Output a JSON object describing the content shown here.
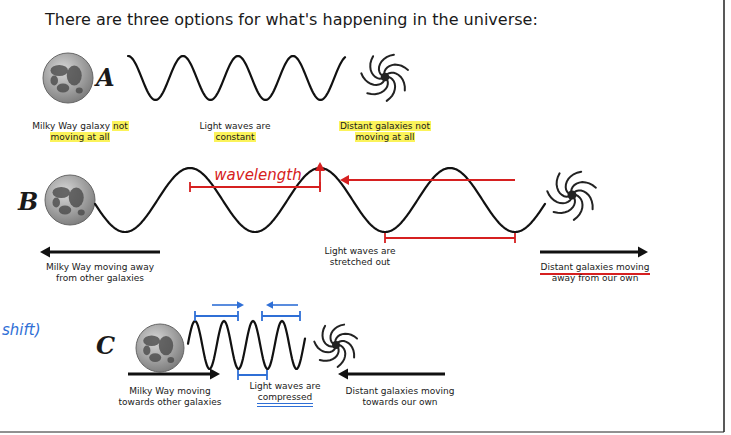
{
  "diagram": {
    "title": "There are three options for what's happening in the universe:",
    "labels": [
      "A",
      "Milky Way galaxy not moving at all",
      "Light waves are constant",
      "Distant galaxies not moving at all",
      "B",
      "wavelength",
      "Milky Way moving away from other galaxies",
      "Light waves are stretched out",
      "Distant galaxies moving away from our own",
      "shift)",
      "C",
      "Milky Way moving towards other galaxies",
      "Light waves are compressed",
      "Distant galaxies moving towards our own"
    ]
  }
}
